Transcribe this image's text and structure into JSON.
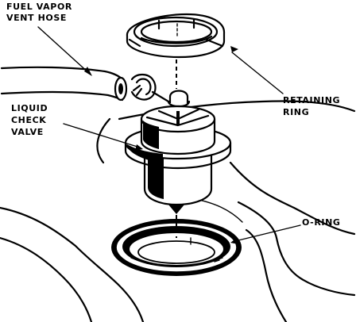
{
  "labels": {
    "fuel_vapor_vent_hose": [
      "FUEL VAPOR",
      "VENT HOSE"
    ],
    "retaining_ring": [
      "RETAINING",
      "RING"
    ],
    "liquid_check_valve": [
      "LIQUID",
      "CHECK",
      "VALVE"
    ],
    "o_ring": [
      "O-RING"
    ]
  }
}
